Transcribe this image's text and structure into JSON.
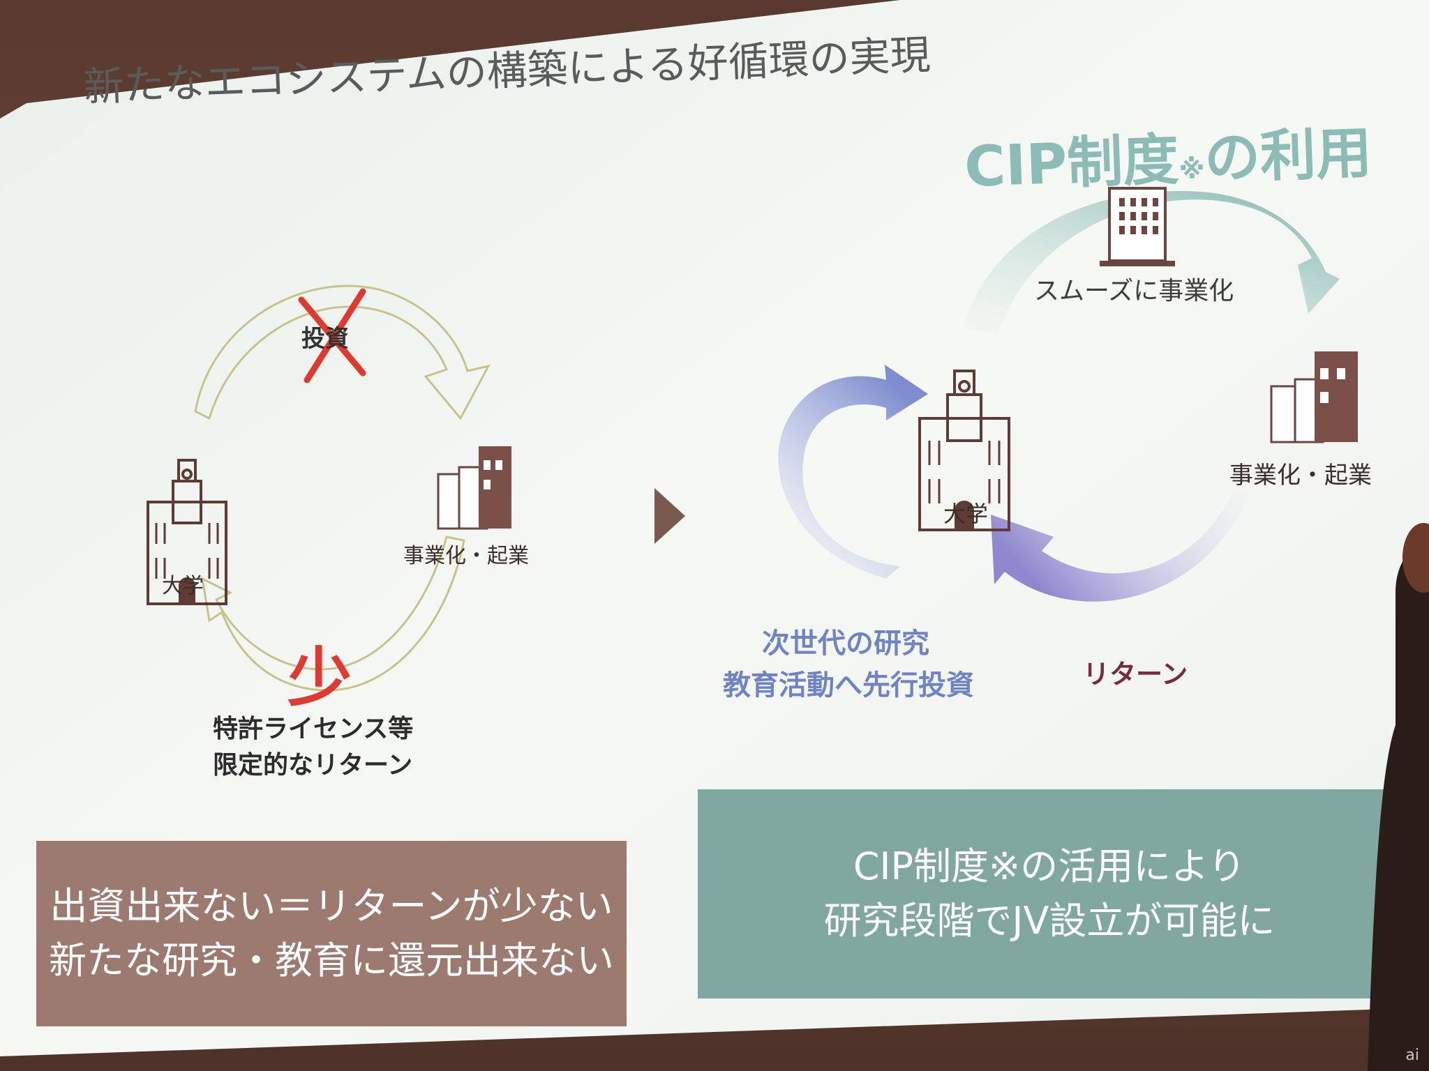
{
  "slide": {
    "title": "新たなエコシステムの構築による好循環の実現",
    "left_panel": {
      "investment_label": "投資",
      "university_label": "大学",
      "business_label": "事業化・起業",
      "few_label": "少",
      "return_line1": "特許ライセンス等",
      "return_line2": "限定的なリターン",
      "summary_line1": "出資出来ない＝リターンが少ない",
      "summary_line2": "新たな研究・教育に還元出来ない"
    },
    "right_panel": {
      "title_main": "CIP制度",
      "title_mark": "※",
      "title_suffix": "の利用",
      "smooth_label": "スムーズに事業化",
      "university_label": "大学",
      "business_label": "事業化・起業",
      "next_gen_line1": "次世代の研究",
      "next_gen_line2": "教育活動へ先行投資",
      "return_label": "リターン",
      "summary_line1": "CIP制度※の活用により",
      "summary_line2": "研究段階でJV設立が可能に"
    }
  },
  "watermark": "ai",
  "colors": {
    "left_box": "#9d7a70",
    "right_box": "#80a8a1",
    "teal_title": "#8cbcb6",
    "blue_text": "#6f84c8",
    "maroon_text": "#7a2a3a",
    "red_mark": "#e03a2e",
    "olive_arrow": "#c6c48a",
    "building_brown": "#7b5048"
  },
  "icons": [
    "university-building-icon",
    "office-building-icon",
    "cross-mark-icon",
    "next-arrow-icon",
    "curved-arrow-icon"
  ]
}
